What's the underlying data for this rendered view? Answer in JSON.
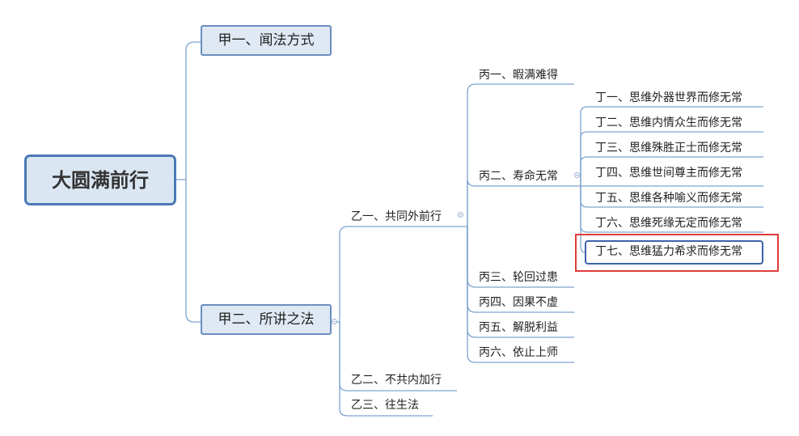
{
  "root": {
    "label": "大圆满前行"
  },
  "level1": [
    {
      "label": "甲一、闻法方式"
    },
    {
      "label": "甲二、所讲之法"
    }
  ],
  "level2": [
    {
      "label": "乙一、共同外前行"
    },
    {
      "label": "乙二、不共内加行"
    },
    {
      "label": "乙三、往生法"
    }
  ],
  "level3": [
    {
      "label": "丙一、暇满难得"
    },
    {
      "label": "丙二、寿命无常"
    },
    {
      "label": "丙三、轮回过患"
    },
    {
      "label": "丙四、因果不虚"
    },
    {
      "label": "丙五、解脱利益"
    },
    {
      "label": "丙六、依止上师"
    }
  ],
  "level4": [
    {
      "label": "丁一、思维外器世界而修无常"
    },
    {
      "label": "丁二、思维内情众生而修无常"
    },
    {
      "label": "丁三、思维殊胜正士而修无常"
    },
    {
      "label": "丁四、思维世间尊主而修无常"
    },
    {
      "label": "丁五、思维各种喻义而修无常"
    },
    {
      "label": "丁六、思维死缘无定而修无常"
    },
    {
      "label": "丁七、思维猛力希求而修无常"
    }
  ],
  "colors": {
    "line": "#7ea3cf",
    "selected": "#3b63ad",
    "highlight": "#e03a3a"
  }
}
